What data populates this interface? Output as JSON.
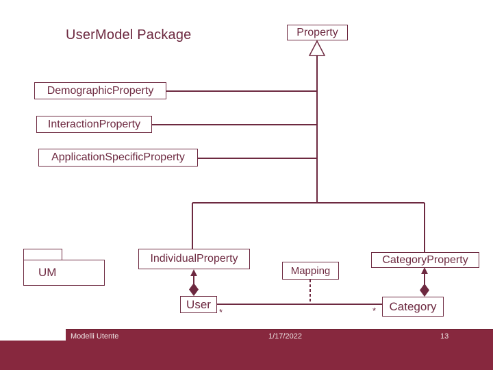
{
  "slide": {
    "title": "UserModel Package"
  },
  "diagram": {
    "classes": {
      "property": "Property",
      "demographic_property": "DemographicProperty",
      "interaction_property": "InteractionProperty",
      "application_specific_property": "ApplicationSpecificProperty",
      "individual_property": "IndividualProperty",
      "mapping": "Mapping",
      "category_property": "CategoryProperty",
      "user": "User",
      "category": "Category"
    },
    "package": {
      "label": "UM"
    },
    "multiplicities": {
      "user_end": "*",
      "category_end": "*"
    }
  },
  "footer": {
    "left_text": "Modelli Utente",
    "date": "1/17/2022",
    "page_number": "13"
  },
  "colors": {
    "diagram_line": "#6d2940",
    "footer_background": "#87283e",
    "footer_text": "#efe5e5",
    "title_text": "#6d2940"
  }
}
